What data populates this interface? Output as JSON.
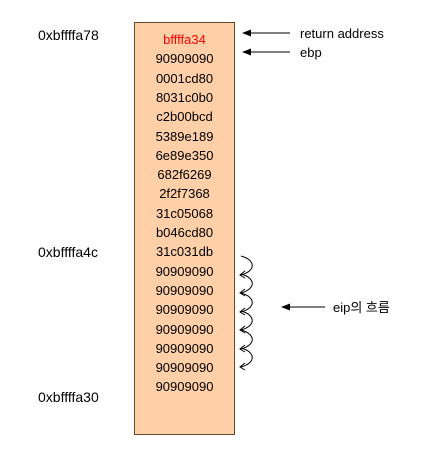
{
  "addresses": {
    "top": "0xbffffa78",
    "middle": "0xbffffa4c",
    "bottom": "0xbffffa30"
  },
  "stack": {
    "rows": [
      "bffffa34",
      "90909090",
      "0001cd80",
      "8031c0b0",
      "c2b00bcd",
      "5389e189",
      "6e89e350",
      "682f6269",
      "2f2f7368",
      "31c05068",
      "b046cd80",
      "31c031db",
      "90909090",
      "90909090",
      "90909090",
      "90909090",
      "90909090",
      "90909090",
      "90909090"
    ],
    "highlight_color": "#ff0000",
    "fill_color": "#ffcfa8"
  },
  "annotations": {
    "return_address": "return address",
    "ebp": "ebp",
    "eip_flow": "eip의 흐름"
  }
}
